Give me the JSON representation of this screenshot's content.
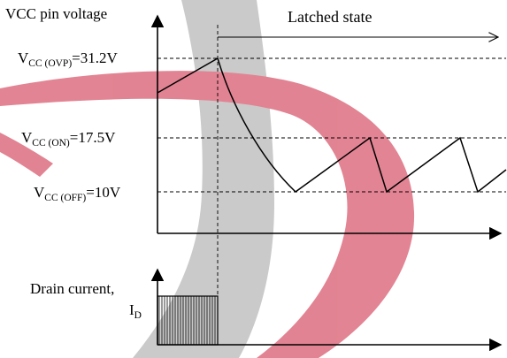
{
  "y_axis_label": "VCC pin voltage",
  "state_label": "Latched state",
  "levels": [
    {
      "main": "V",
      "sub": "CC (OVP)",
      "rest": "=31.2V"
    },
    {
      "main": "V",
      "sub": "CC (ON)",
      "rest": "=17.5V"
    },
    {
      "main": "V",
      "sub": "CC (OFF)",
      "rest": "=10V"
    }
  ],
  "current_label_line1": "Drain current,",
  "current_label_main": "I",
  "current_label_sub": "D",
  "colors": {
    "watermark_gray": "#c7c7c7",
    "watermark_red": "#e07a8a",
    "ink": "#000000"
  }
}
